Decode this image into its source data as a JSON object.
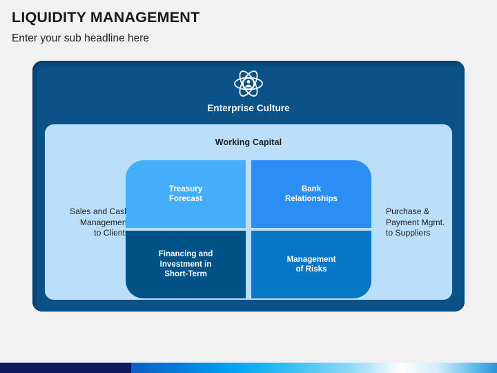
{
  "header": {
    "title": "LIQUIDITY MANAGEMENT",
    "subtitle": "Enter your sub headline here"
  },
  "diagram": {
    "enterprise": {
      "icon": "atom-person-icon",
      "label": "Enterprise Culture"
    },
    "inner_panel_label": "Working Capital",
    "side_labels": {
      "left": "Sales and Cash\nManagement\nto Clients",
      "right": "Purchase &\nPayment Mgmt.\nto Suppliers"
    },
    "quadrants": [
      {
        "id": "treasury-forecast",
        "label": "Treasury\nForecast",
        "color": "#45aefa"
      },
      {
        "id": "bank-relationships",
        "label": "Bank\nRelationships",
        "color": "#2b8ef5"
      },
      {
        "id": "financing-investment",
        "label": "Financing and\nInvestment in\nShort-Term",
        "color": "#005287"
      },
      {
        "id": "management-risks",
        "label": "Management\nof Risks",
        "color": "#0577c4"
      }
    ]
  },
  "colors": {
    "outer_panel": "#0a5288",
    "inner_panel": "#bbdefb",
    "slide_background": "#f1f1f1",
    "bottom_bar_navy": "#0d1c5c",
    "title_text": "#1a1a1a"
  }
}
